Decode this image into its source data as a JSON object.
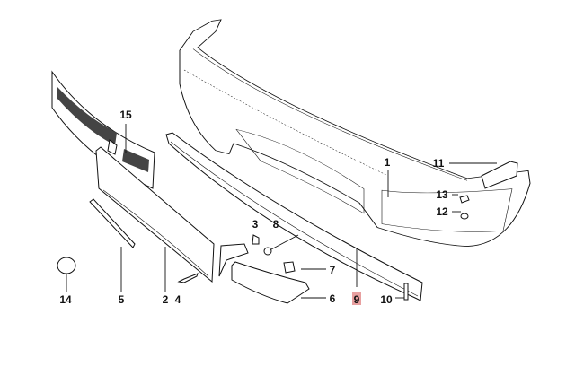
{
  "diagram": {
    "labels": {
      "p1": "1",
      "p2": "2",
      "p3": "3",
      "p4": "4",
      "p5": "5",
      "p6": "6",
      "p7": "7",
      "p8": "8",
      "p9": "9",
      "p10": "10",
      "p11": "11",
      "p12": "12",
      "p13": "13",
      "p14": "14",
      "p15": "15"
    },
    "highlighted_label": "9",
    "highlight_color": "#e8a0a0"
  }
}
